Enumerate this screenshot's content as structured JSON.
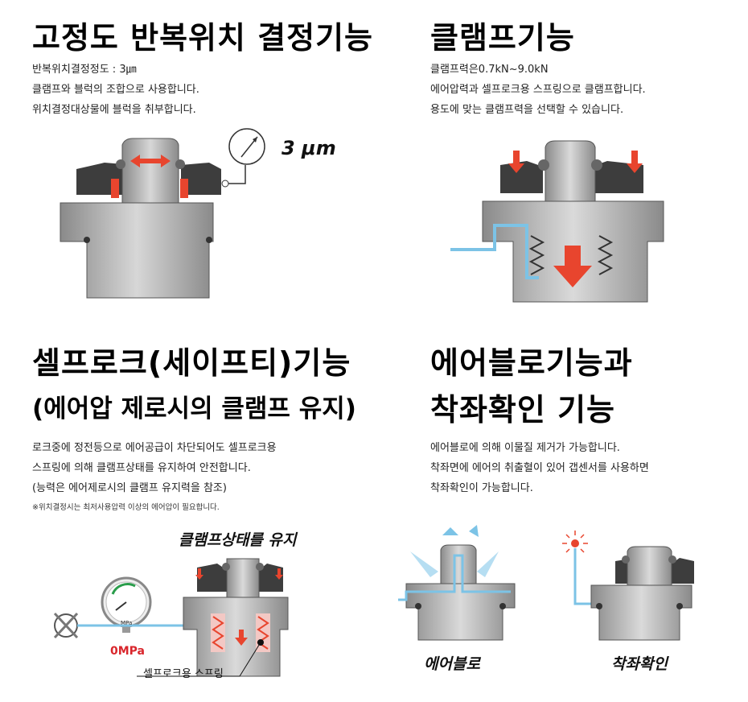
{
  "sections": {
    "positioning": {
      "title": "고정도 반복위치 결정기능",
      "lines": [
        "반복위치결정정도 :  3㎛",
        "클램프와 블럭의 조합으로 사용합니다.",
        "위치결정대상물에 블럭을 취부합니다."
      ],
      "gauge_label": "3 μm"
    },
    "clamp": {
      "title": "클램프기능",
      "lines": [
        "클램프력은0.7kN~9.0kN",
        "에어압력과 셀프로크용 스프링으로 클램프합니다.",
        "용도에 맞는 클램프력을 선택할 수 있습니다."
      ]
    },
    "selflock": {
      "title": "셀프로크(세이프티)기능",
      "subtitle": "(에어압 제로시의 클램프 유지)",
      "lines": [
        "로크중에 정전등으로 에어공급이 차단되어도 셀프로크용",
        "스프링에 의해 클램프상태를 유지하여 안전합니다.",
        "(능력은 에어제로시의 클램프 유지력을 참조)"
      ],
      "note": "※위치결정시는 최저사용압력 이상의 에어압이 필요합니다.",
      "hold_caption": "클램프상태를 유지",
      "pressure_label": "0MPa",
      "spring_label": "셀프로크용 스프링",
      "dial_text": "MPa"
    },
    "airblow": {
      "title_line1": "에어블로기능과",
      "title_line2": "착좌확인 기능",
      "lines": [
        "에어블로에 의해 이물질 제거가 가능합니다.",
        "착좌면에 에어의 취출혈이 있어 갭센서를 사용하면",
        "착좌확인이 가능합니다."
      ],
      "caption_left": "에어블로",
      "caption_right": "착좌확인"
    }
  },
  "colors": {
    "accent_red": "#e8452e",
    "air_blue": "#7cc3e6",
    "body_gray": "#a9a9a9",
    "dark_block": "#3c3c3c"
  }
}
